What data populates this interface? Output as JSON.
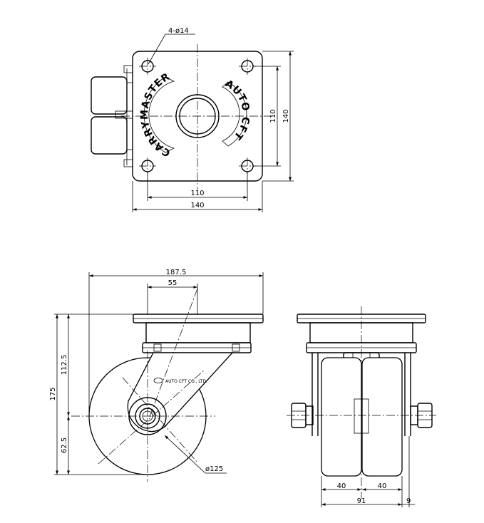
{
  "top_view": {
    "hole_callout": "4-ø14",
    "dim_inner_vertical": "110",
    "dim_outer_vertical": "140",
    "dim_inner_horizontal": "110",
    "dim_outer_horizontal": "140",
    "logo_left": "CARRYMASTER",
    "logo_right": "AUTO CFT"
  },
  "side_view": {
    "dim_total_length": "187.5",
    "dim_offset": "55",
    "dim_height_total": "175",
    "dim_height_upper": "112.5",
    "dim_height_lower": "62.5",
    "wheel_diameter": "ø125",
    "maker_label": "AUTO CFT CO., LTD."
  },
  "front_view": {
    "dim_wheel_left": "40",
    "dim_wheel_right": "40",
    "dim_total_width": "91",
    "dim_axle_extra": "9"
  }
}
